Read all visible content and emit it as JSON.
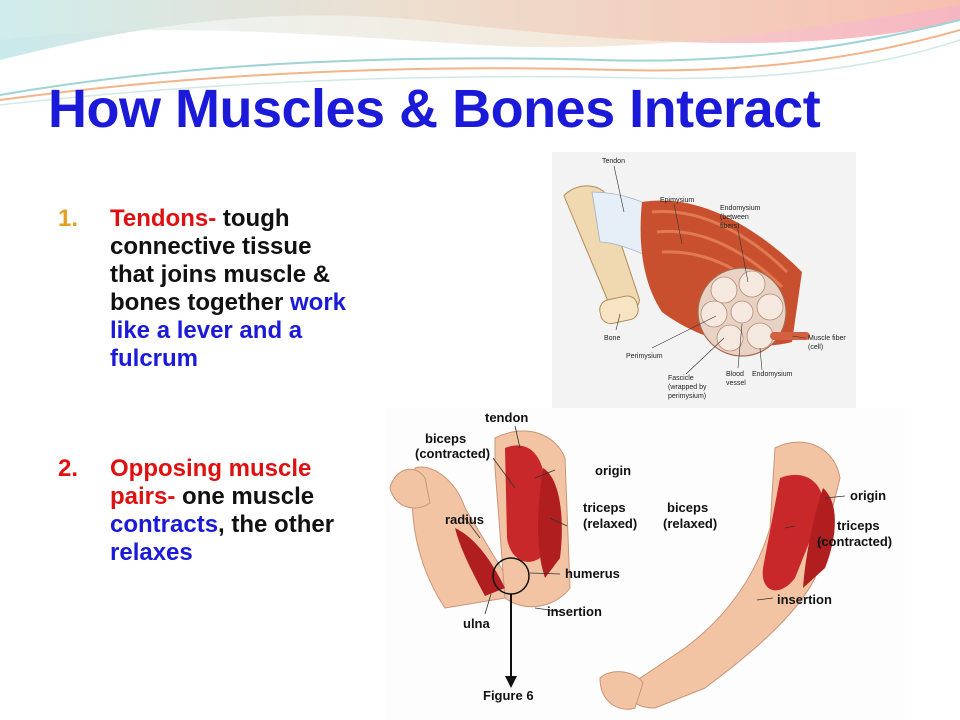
{
  "slide": {
    "title": "How Muscles & Bones Interact"
  },
  "points": [
    {
      "number": "1.",
      "term": "Tendons-",
      "text_black": "tough connective tissue that joins muscle & bones together",
      "text_blue": "work like a lever and a fulcrum"
    },
    {
      "number": "2.",
      "term": "Opposing muscle pairs-",
      "text_black_1": "one muscle",
      "text_blue_1": "contracts",
      "text_black_2": ", the other",
      "text_blue_2": "relaxes"
    }
  ],
  "figure_top": {
    "labels": {
      "tendon": "Tendon",
      "epimysium": "Epimysium",
      "endomysium_between_1": "Endomysium",
      "endomysium_between_2": "(between",
      "endomysium_between_3": "fibers)",
      "bone": "Bone",
      "perimysium": "Perimysium",
      "muscle_fiber_1": "Muscle fiber",
      "muscle_fiber_2": "(cell)",
      "fascicle_1": "Fascicle",
      "fascicle_2": "(wrapped by",
      "fascicle_3": "perimysium)",
      "blood_vessel_1": "Blood",
      "blood_vessel_2": "vessel",
      "endomysium": "Endomysium"
    }
  },
  "figure_bottom": {
    "left_arm": {
      "tendon": "tendon",
      "biceps_1": "biceps",
      "biceps_2": "(contracted)",
      "origin": "origin",
      "radius": "radius",
      "triceps_1": "triceps",
      "triceps_2": "(relaxed)",
      "humerus": "humerus",
      "insertion": "insertion",
      "ulna": "ulna",
      "figure": "Figure 6"
    },
    "right_arm": {
      "origin": "origin",
      "biceps_1": "biceps",
      "biceps_2": "(relaxed)",
      "triceps_1": "triceps",
      "triceps_2": "(contracted)",
      "insertion": "insertion"
    }
  },
  "colors": {
    "title": "#1a1ad8",
    "term_red": "#e01010",
    "number_orange": "#e6a020",
    "muscle": "#c8282a",
    "skin": "#f3c4a4"
  }
}
